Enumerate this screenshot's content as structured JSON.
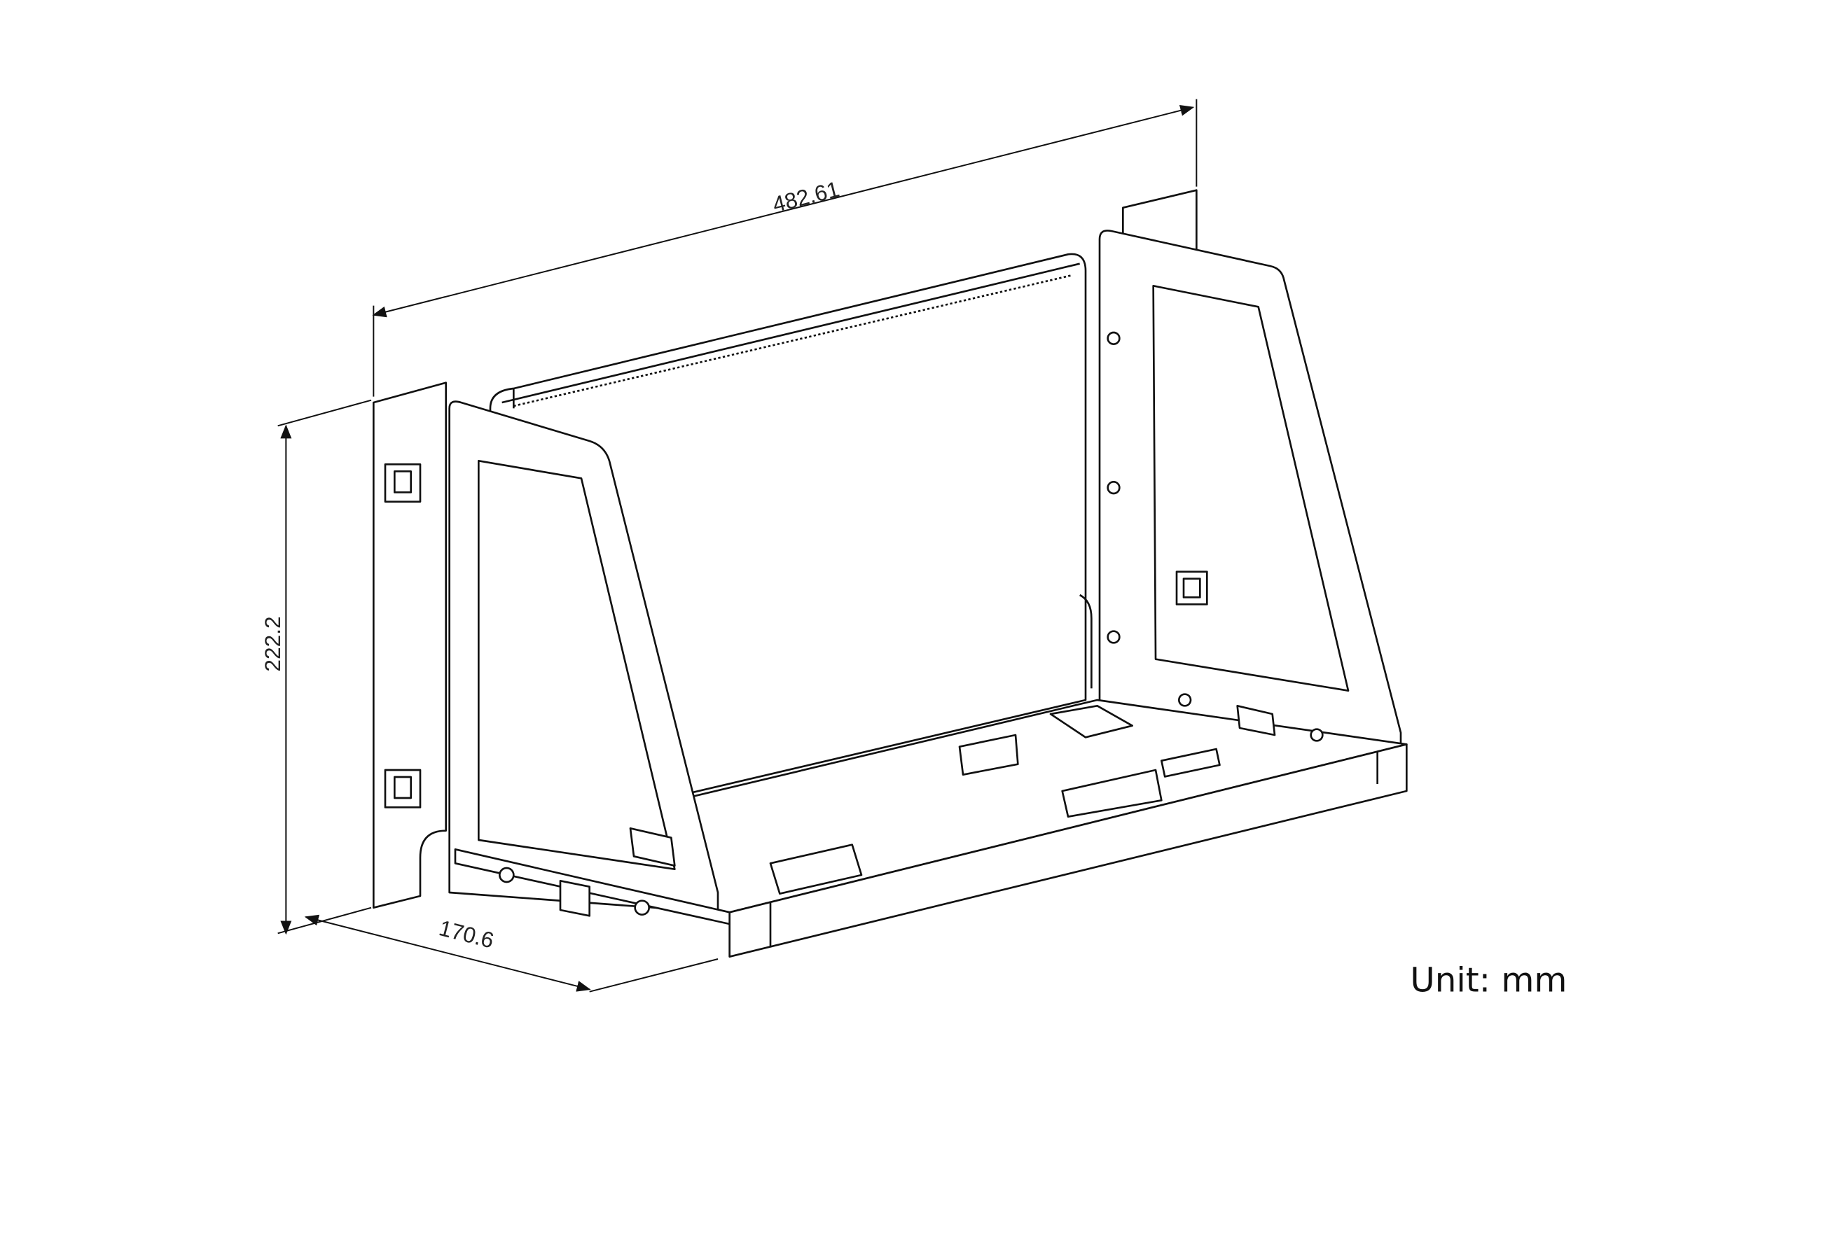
{
  "dimensions": {
    "width": "482.61",
    "height": "222.2",
    "depth": "170.6"
  },
  "unit_label": "Unit: mm"
}
